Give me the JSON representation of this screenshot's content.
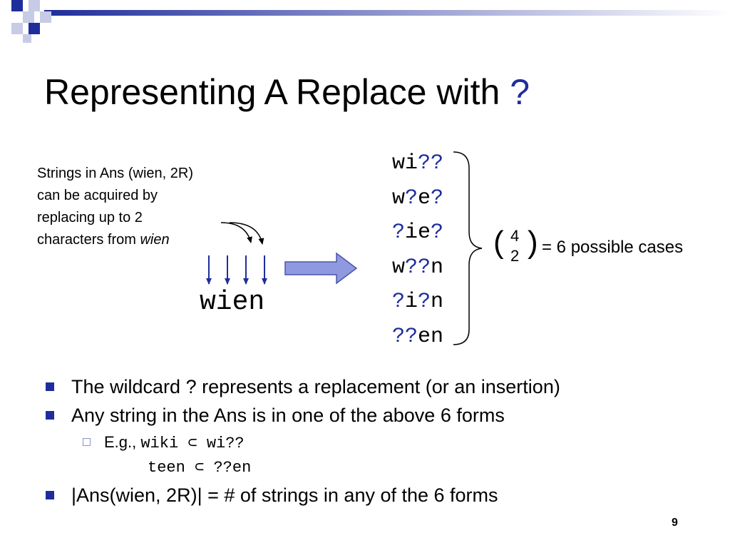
{
  "slide": {
    "title_main": "Representing A Replace with ",
    "title_symbol": "?",
    "note_lines": [
      "Strings in Ans (wien, 2R)",
      "can be acquired by",
      "replacing up to 2"
    ],
    "note_last_prefix": "characters from ",
    "note_last_italic": "wien",
    "source_string": "wien",
    "forms": [
      [
        {
          "t": "wi",
          "q": false
        },
        {
          "t": "??",
          "q": true
        }
      ],
      [
        {
          "t": "w",
          "q": false
        },
        {
          "t": "?",
          "q": true
        },
        {
          "t": "e",
          "q": false
        },
        {
          "t": "?",
          "q": true
        }
      ],
      [
        {
          "t": "?",
          "q": true
        },
        {
          "t": "ie",
          "q": false
        },
        {
          "t": "?",
          "q": true
        }
      ],
      [
        {
          "t": "w",
          "q": false
        },
        {
          "t": "??",
          "q": true
        },
        {
          "t": "n",
          "q": false
        }
      ],
      [
        {
          "t": "?",
          "q": true
        },
        {
          "t": "i",
          "q": false
        },
        {
          "t": "?",
          "q": true
        },
        {
          "t": "n",
          "q": false
        }
      ],
      [
        {
          "t": "??",
          "q": true
        },
        {
          "t": "en",
          "q": false
        }
      ]
    ],
    "binom_open": "(",
    "binom_close": ")",
    "binom_n": "4",
    "binom_k": "2",
    "cases_text": "= 6 possible cases",
    "bullet1": "The wildcard ? represents a replacement (or an insertion)",
    "bullet2": "Any string in the Ans is in one of the above 6 forms",
    "sub_prefix": "E.g., ",
    "sub_example1": "wiki ⊂ wi??",
    "sub_example2": "teen ⊂ ??en",
    "bullet3": "|Ans(wien, 2R)| = # of strings in any of the 6 forms",
    "page_number": "9"
  },
  "colors": {
    "accent": "#1f2d9c",
    "arrow_fill": "#8f99e0",
    "arrow_stroke": "#4a55a8",
    "deco_light": "#c8cbe6"
  }
}
